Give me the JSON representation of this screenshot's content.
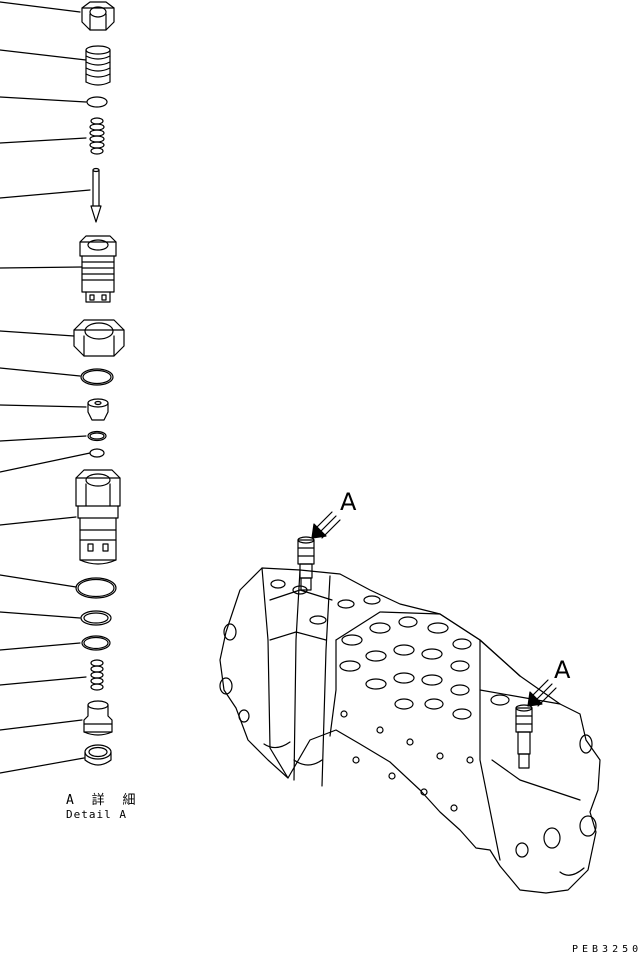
{
  "detail": {
    "title_ja": "A 詳 細",
    "title_en": "Detail A"
  },
  "callouts": {
    "view_a_upper": "A",
    "view_a_lower": "A"
  },
  "drawing": {
    "code": "PEB3250"
  },
  "style": {
    "line_color": "#000000",
    "background": "#ffffff"
  }
}
